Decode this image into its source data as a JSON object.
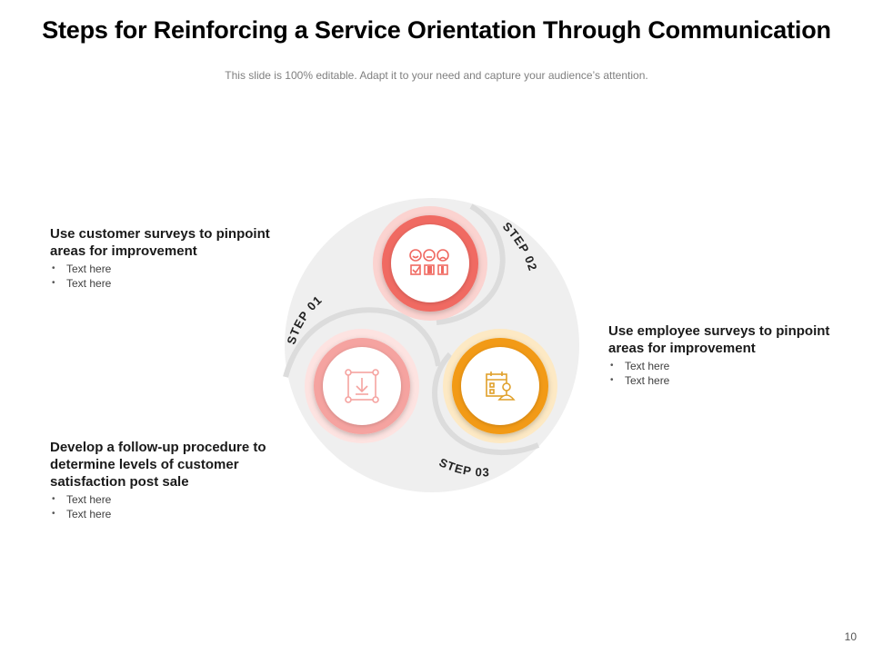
{
  "slide": {
    "title": "Steps for Reinforcing a Service Orientation Through Communication",
    "subtitle": "This slide is 100% editable. Adapt it to your need and capture your audience’s attention.",
    "page_number": "10"
  },
  "steps": [
    {
      "label": "STEP 01",
      "heading": "Use customer surveys to pinpoint areas for improvement",
      "bullets": [
        "Text here",
        "Text here"
      ],
      "icon": "customer-feedback-icon",
      "color": "#f06a62"
    },
    {
      "label": "STEP 02",
      "heading": "Use employee surveys to pinpoint areas for improvement",
      "bullets": [
        "Text here",
        "Text here"
      ],
      "icon": "employee-calendar-icon",
      "color": "#f29a12"
    },
    {
      "label": "STEP 03",
      "heading": "Develop a follow-up procedure to determine levels of customer satisfaction post sale",
      "bullets": [
        "Text here",
        "Text here"
      ],
      "icon": "download-process-icon",
      "color": "#f5a3a0"
    }
  ],
  "colors": {
    "outer_disc": "#efefef",
    "coral": "#f06a62",
    "orange": "#f29a12",
    "pink": "#f5a3a0"
  }
}
